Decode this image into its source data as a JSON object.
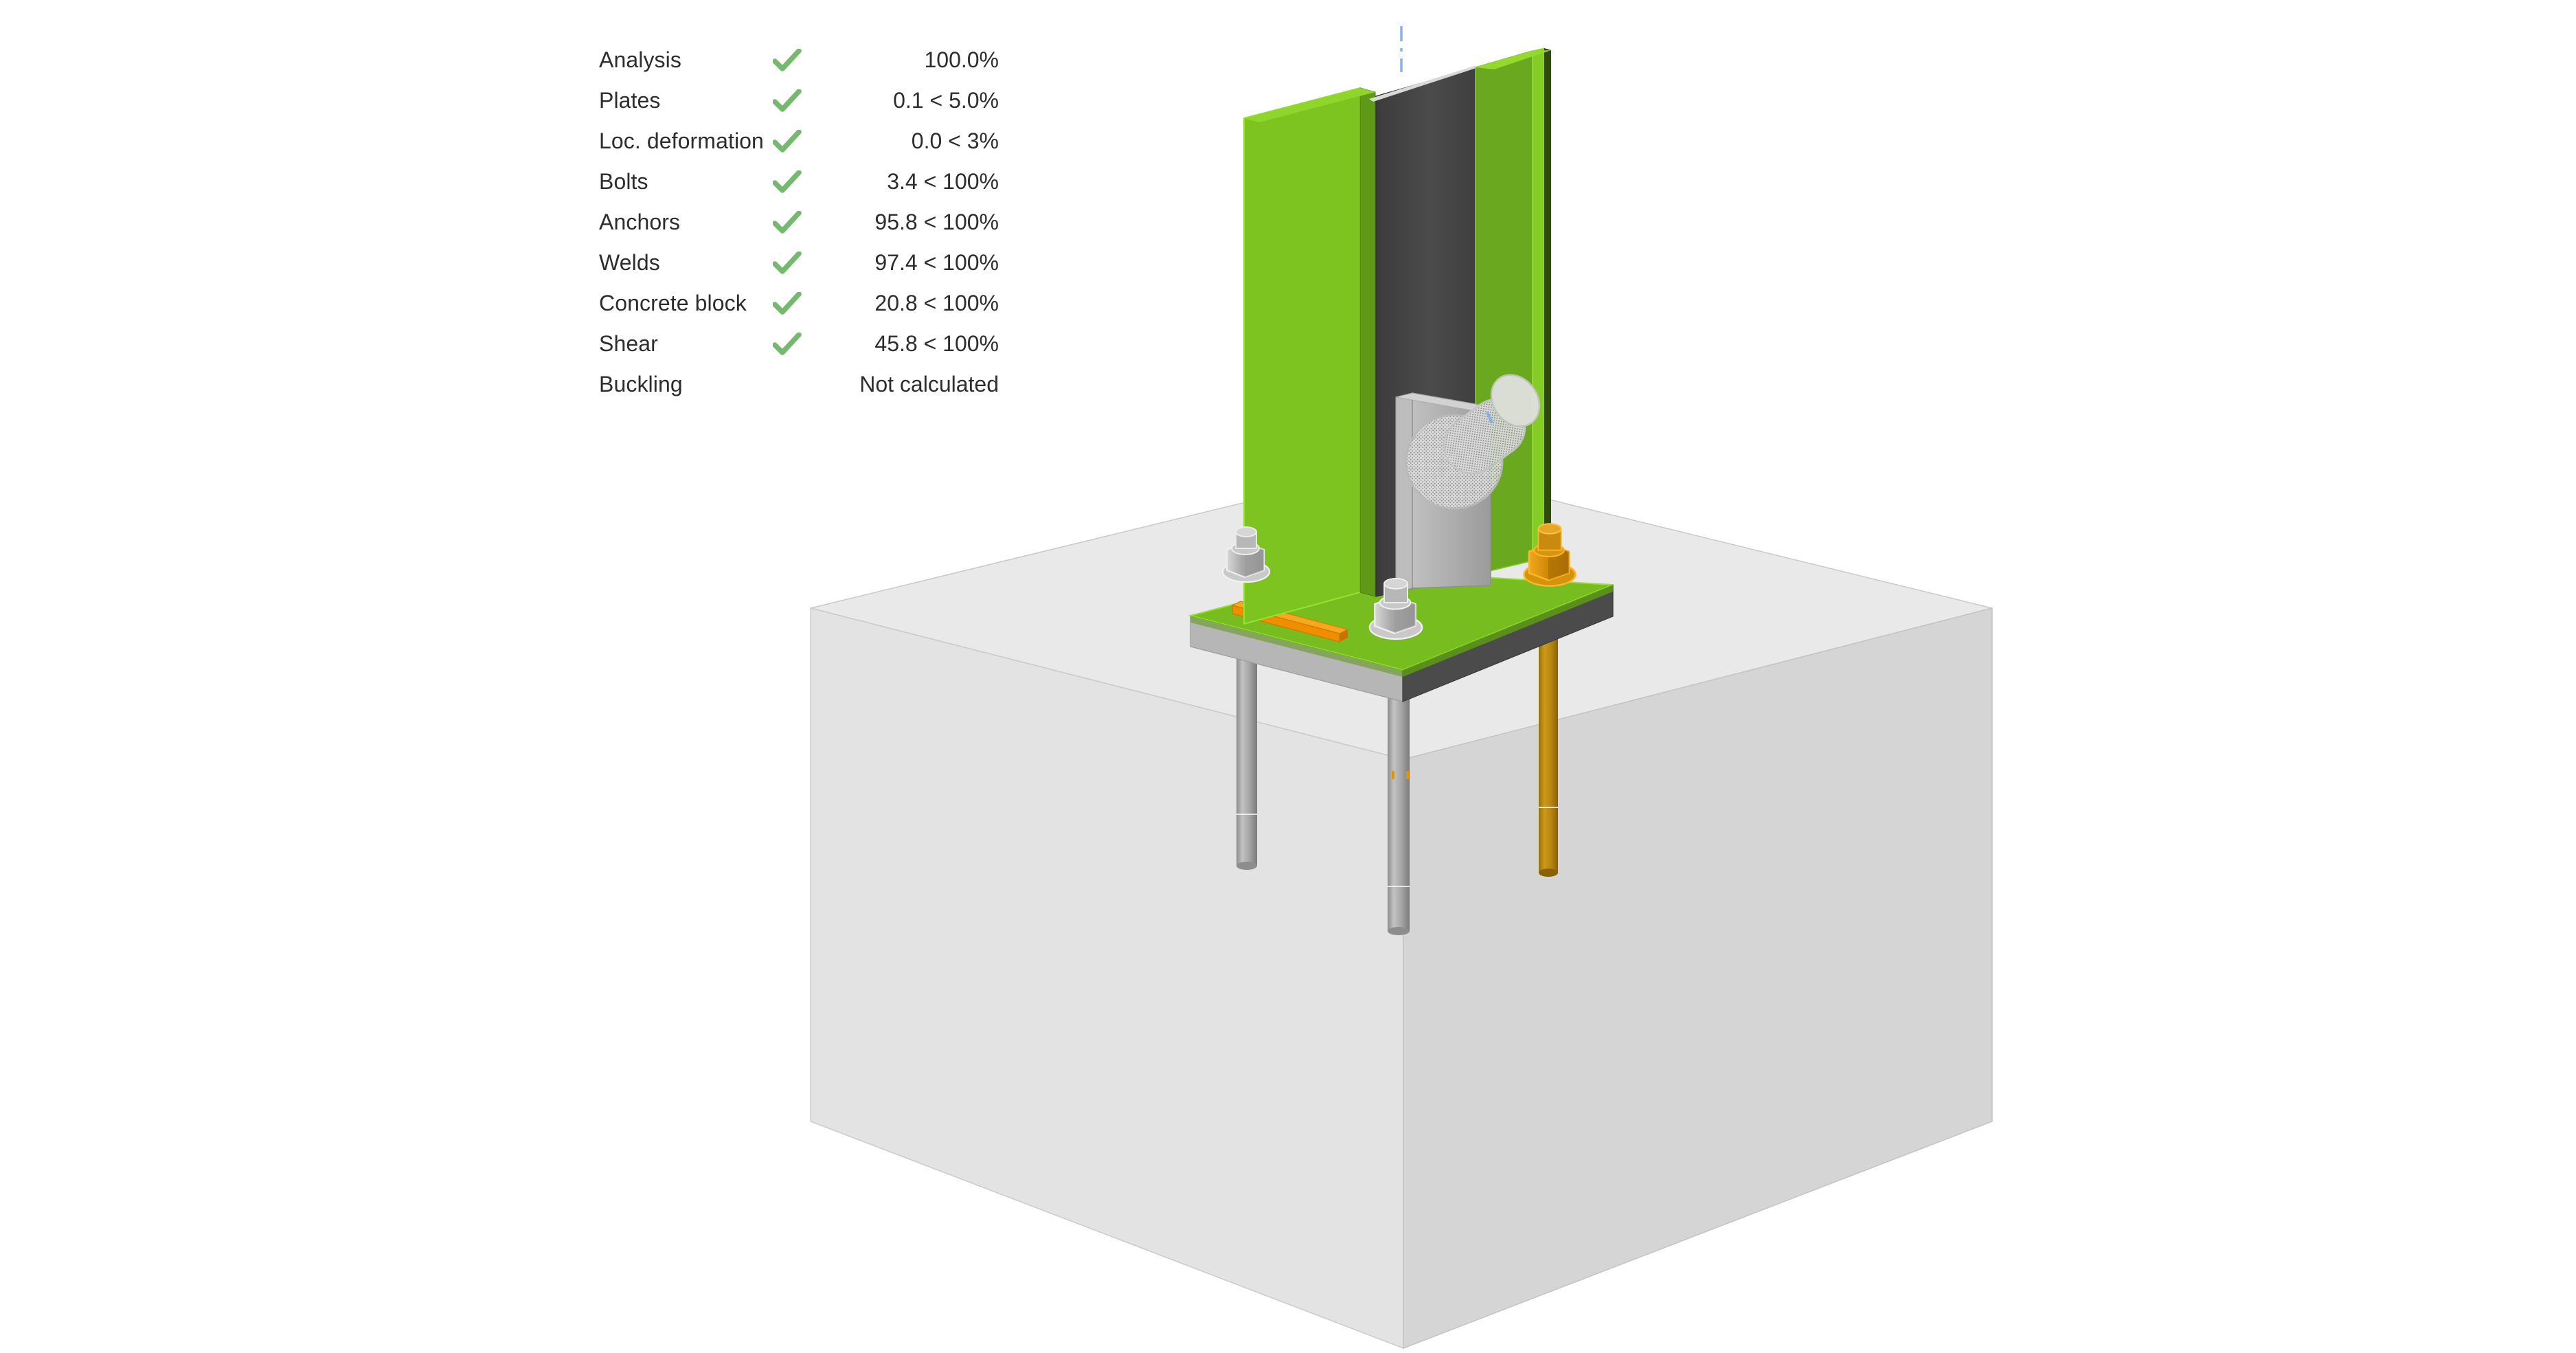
{
  "results": {
    "rows": [
      {
        "label": "Analysis",
        "status": "pass",
        "value": "100.0%"
      },
      {
        "label": "Plates",
        "status": "pass",
        "value": "0.1 < 5.0%"
      },
      {
        "label": "Loc. deformation",
        "status": "pass",
        "value": "0.0 < 3%"
      },
      {
        "label": "Bolts",
        "status": "pass",
        "value": "3.4 < 100%"
      },
      {
        "label": "Anchors",
        "status": "pass",
        "value": "95.8 < 100%"
      },
      {
        "label": "Welds",
        "status": "pass",
        "value": "97.4 < 100%"
      },
      {
        "label": "Concrete block",
        "status": "pass",
        "value": "20.8 < 100%"
      },
      {
        "label": "Shear",
        "status": "pass",
        "value": "45.8 < 100%"
      },
      {
        "label": "Buckling",
        "status": "not-calculated",
        "value": "Not calculated"
      }
    ],
    "check_icon": "check-mark-icon",
    "check_color": "#74b96e"
  },
  "model": {
    "name": "steel-column-base-plate-connection",
    "view": "isometric-3d-viewport",
    "colors": {
      "background": "#ffffff",
      "column_flange_left": "#7ec421",
      "column_flange_left_shade": "#6fae1d",
      "column_flange_right": "#6aa81f",
      "column_flange_edge_dark": "#2f4a0d",
      "column_web": "#454545",
      "column_web_shade": "#3a3a3a",
      "base_plate_top": "#7ec421",
      "base_plate_top_shade": "#5f9a19",
      "base_plate_edge_light": "#b9b9b9",
      "base_plate_edge_dark": "#4a4a4a",
      "weld_orange": "#f29400",
      "weld_orange_shade": "#c97b00",
      "anchor_nut_steel": "#b4b4b4",
      "anchor_nut_utilized": "#e59400",
      "anchor_rod_steel": "#9a9a9a",
      "anchor_rod_utilized": "#b8860b",
      "concrete_left_face": "#e2e2e2",
      "concrete_right_face": "#d3d3d3",
      "concrete_top_face": "#e8e8e8",
      "concrete_outline": "#c4c4c4",
      "gusset_plate": "#a8a8a8",
      "shear_lug_mesh": "#d6d6d6",
      "centerline": "#8ab4e0"
    },
    "parts": [
      {
        "name": "column-i-beam",
        "label": "I-section column"
      },
      {
        "name": "column-web",
        "label": "Web"
      },
      {
        "name": "column-flange-left",
        "label": "Left flange"
      },
      {
        "name": "column-flange-right",
        "label": "Right flange"
      },
      {
        "name": "base-plate",
        "label": "Base plate"
      },
      {
        "name": "weld-seam",
        "label": "Fillet weld"
      },
      {
        "name": "anchor-bolt",
        "label": "Anchor bolt"
      },
      {
        "name": "anchor-rod",
        "label": "Anchor rod"
      },
      {
        "name": "concrete-block",
        "label": "Concrete block"
      },
      {
        "name": "gusset-plate",
        "label": "Stiffener / cleat plate"
      },
      {
        "name": "shear-lug",
        "label": "Shear lug"
      },
      {
        "name": "column-centerline",
        "label": "Axis centerline"
      }
    ]
  }
}
